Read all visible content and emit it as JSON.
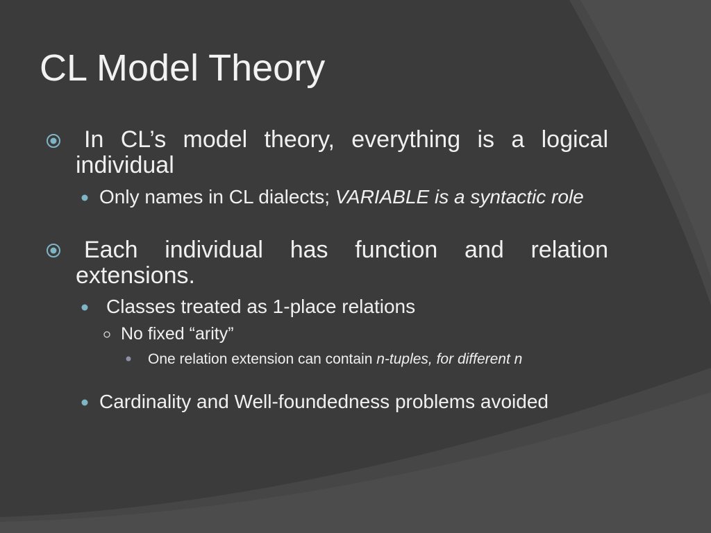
{
  "slide": {
    "title": "CL Model Theory",
    "colors": {
      "background": "#3b3b3b",
      "accent_band": "#484848",
      "bullet": "#7fb6c5",
      "text": "#f0f0f0"
    },
    "bullets": [
      {
        "level": 1,
        "icon": "circle-dot-bullet",
        "text": "In CL’s model theory, everything is a logical individual"
      },
      {
        "level": 2,
        "icon": "dot-bullet",
        "text_plain": "Only names in CL dialects; ",
        "text_italic": "VARIABLE is a syntactic role"
      },
      {
        "level": 1,
        "icon": "circle-dot-bullet",
        "text": "Each individual has function and relation extensions."
      },
      {
        "level": 2,
        "icon": "dot-bullet",
        "text": "Classes treated as 1-place relations"
      },
      {
        "level": 3,
        "icon": "hollow-circle-bullet",
        "text": "No fixed “arity”"
      },
      {
        "level": 4,
        "icon": "small-dot-bullet",
        "text_plain": "One relation extension can contain ",
        "text_italic": "n-tuples, for different n"
      },
      {
        "level": 2,
        "icon": "dot-bullet",
        "text": "Cardinality and Well-foundedness problems avoided"
      }
    ]
  }
}
